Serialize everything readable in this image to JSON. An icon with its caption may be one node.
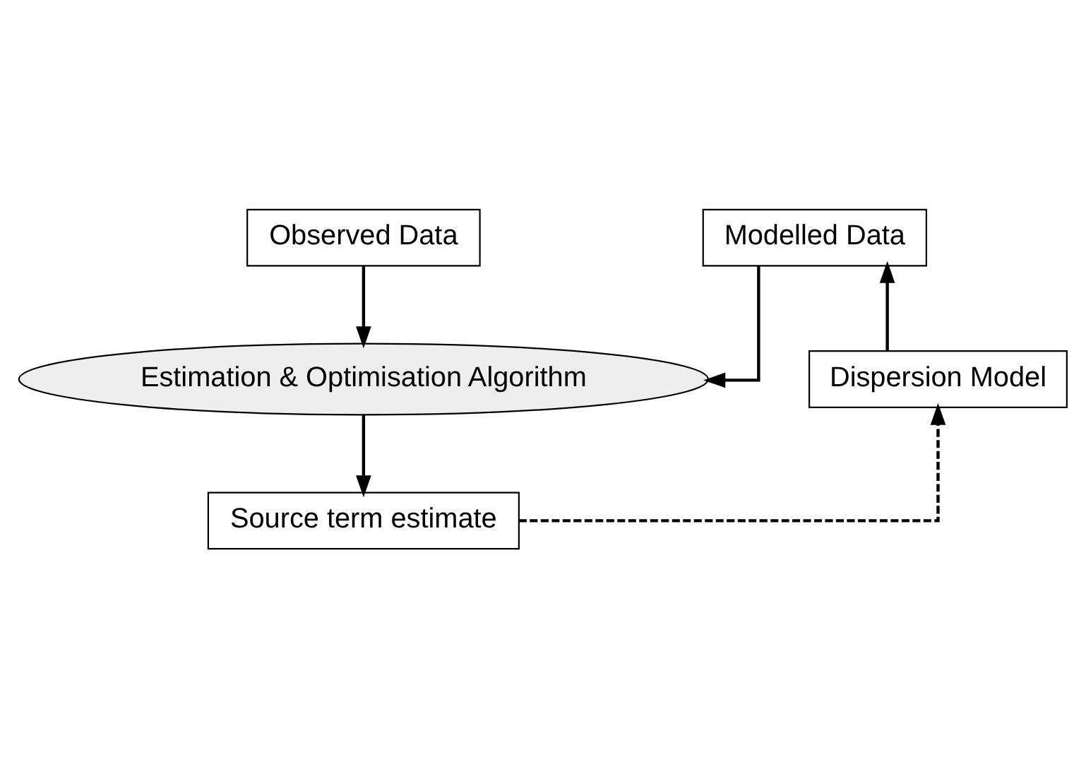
{
  "diagram": {
    "nodes": [
      {
        "text": [
          "Observed Data"
        ]
      },
      {
        "text": [
          "Modelled Data"
        ]
      },
      {
        "text": [
          "Estimation & Optimisation Algorithm"
        ]
      },
      {
        "text": [
          "Dispersion Model"
        ]
      },
      {
        "text": [
          "Source term estimate"
        ]
      }
    ],
    "edges": [
      {
        "from": 0,
        "to": 2,
        "arrow": "to"
      },
      {
        "from": 1,
        "to": 2,
        "arrow": "to"
      },
      {
        "from": 2,
        "to": 4,
        "arrow": "to"
      },
      {
        "from": 4,
        "to": 3,
        "arrow": "to",
        "style": "dashed"
      },
      {
        "from": 3,
        "to": 1,
        "arrow": "to"
      }
    ]
  }
}
